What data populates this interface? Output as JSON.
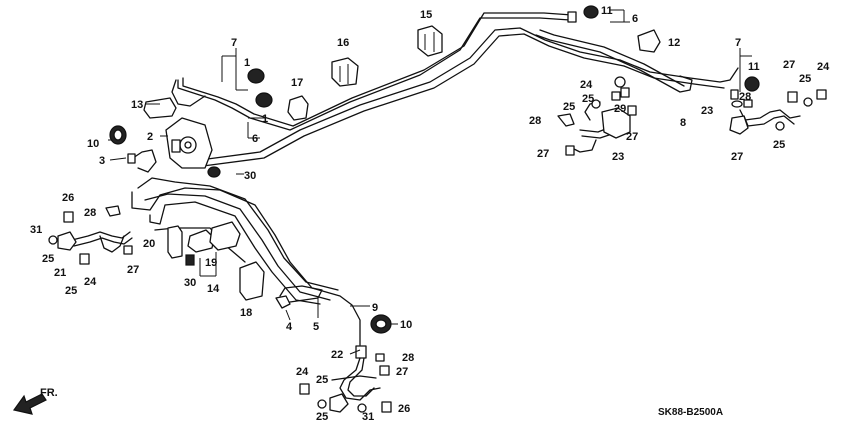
{
  "diagram_code": "SK88-B2500A",
  "direction_label": "FR.",
  "callouts": [
    {
      "id": "c15",
      "text": "15"
    },
    {
      "id": "c11a",
      "text": "11"
    },
    {
      "id": "c6a",
      "text": "6"
    },
    {
      "id": "c12",
      "text": "12"
    },
    {
      "id": "c7a",
      "text": "7"
    },
    {
      "id": "c11b",
      "text": "11"
    },
    {
      "id": "c27a",
      "text": "27"
    },
    {
      "id": "c25a",
      "text": "25"
    },
    {
      "id": "c24a",
      "text": "24"
    },
    {
      "id": "c28a",
      "text": "28"
    },
    {
      "id": "c24b",
      "text": "24"
    },
    {
      "id": "c25b",
      "text": "25"
    },
    {
      "id": "c29",
      "text": "29"
    },
    {
      "id": "c25c",
      "text": "25"
    },
    {
      "id": "c23a",
      "text": "23"
    },
    {
      "id": "c8",
      "text": "8"
    },
    {
      "id": "c28b",
      "text": "28"
    },
    {
      "id": "c27b",
      "text": "27"
    },
    {
      "id": "c27c",
      "text": "27"
    },
    {
      "id": "c23b",
      "text": "23"
    },
    {
      "id": "c25d",
      "text": "25"
    },
    {
      "id": "c27d",
      "text": "27"
    },
    {
      "id": "c7b",
      "text": "7"
    },
    {
      "id": "c1a",
      "text": "1"
    },
    {
      "id": "c16",
      "text": "16"
    },
    {
      "id": "c17",
      "text": "17"
    },
    {
      "id": "c1b",
      "text": "1"
    },
    {
      "id": "c6b",
      "text": "6"
    },
    {
      "id": "c13",
      "text": "13"
    },
    {
      "id": "c2",
      "text": "2"
    },
    {
      "id": "c10a",
      "text": "10"
    },
    {
      "id": "c3",
      "text": "3"
    },
    {
      "id": "c30a",
      "text": "30"
    },
    {
      "id": "c26a",
      "text": "26"
    },
    {
      "id": "c28c",
      "text": "28"
    },
    {
      "id": "c31a",
      "text": "31"
    },
    {
      "id": "c25e",
      "text": "25"
    },
    {
      "id": "c21",
      "text": "21"
    },
    {
      "id": "c27e",
      "text": "27"
    },
    {
      "id": "c25f",
      "text": "25"
    },
    {
      "id": "c24c",
      "text": "24"
    },
    {
      "id": "c20",
      "text": "20"
    },
    {
      "id": "c19",
      "text": "19"
    },
    {
      "id": "c30b",
      "text": "30"
    },
    {
      "id": "c14",
      "text": "14"
    },
    {
      "id": "c18",
      "text": "18"
    },
    {
      "id": "c9",
      "text": "9"
    },
    {
      "id": "c4",
      "text": "4"
    },
    {
      "id": "c5",
      "text": "5"
    },
    {
      "id": "c10b",
      "text": "10"
    },
    {
      "id": "c22",
      "text": "22"
    },
    {
      "id": "c28d",
      "text": "28"
    },
    {
      "id": "c27f",
      "text": "27"
    },
    {
      "id": "c24d",
      "text": "24"
    },
    {
      "id": "c25g",
      "text": "25"
    },
    {
      "id": "c25h",
      "text": "25"
    },
    {
      "id": "c31b",
      "text": "31"
    },
    {
      "id": "c26b",
      "text": "26"
    }
  ]
}
